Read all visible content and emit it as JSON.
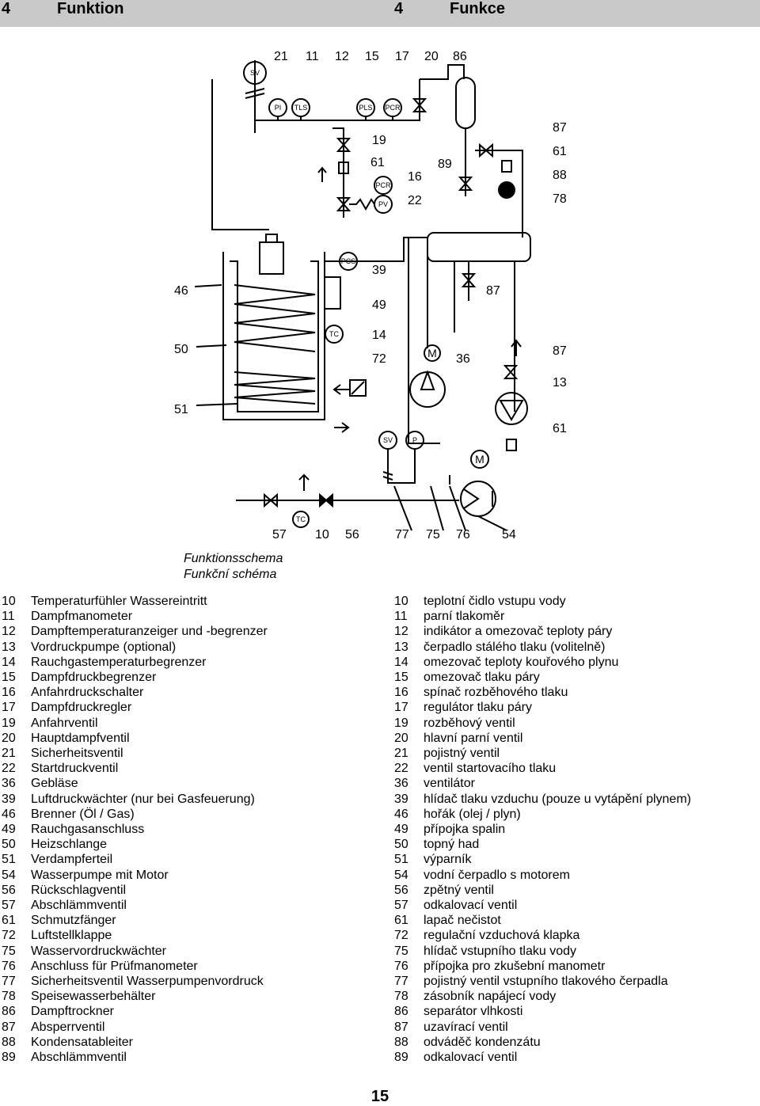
{
  "header": {
    "left_number": "4",
    "left_title": "Funktion",
    "right_number": "4",
    "right_title": "Funkce"
  },
  "diagram_labels": {
    "l21": "21",
    "l11": "11",
    "l12": "12",
    "l15": "15",
    "l17": "17",
    "l20": "20",
    "l86": "86",
    "l19": "19",
    "l61a": "61",
    "l16": "16",
    "l22": "22",
    "l89": "89",
    "l87a": "87",
    "l61b": "61",
    "l88": "88",
    "l78": "78",
    "l46": "46",
    "l39": "39",
    "l49": "49",
    "l87b": "87",
    "l50": "50",
    "l14": "14",
    "l72": "72",
    "l36": "36",
    "l87c": "87",
    "l13": "13",
    "l51": "51",
    "l61c": "61",
    "l57": "57",
    "l10": "10",
    "l56": "56",
    "l77": "77",
    "l75": "75",
    "l76": "76",
    "l54": "54"
  },
  "diagram_tags": {
    "sv_top": "SV",
    "pi": "PI",
    "tls": "TLS",
    "pls": "PLS",
    "pcr_top": "PCR",
    "pcr_mid": "PCR",
    "pv": "PV",
    "pcs": "PCS",
    "tc_mid": "TC",
    "sv_low": "SV",
    "p": "P",
    "m_fan": "M",
    "m_pump": "M",
    "tc_bottom": "TC"
  },
  "caption": {
    "line1": "Funktionsschema",
    "line2": "Funkční schéma"
  },
  "legend_de": [
    {
      "num": "10",
      "text": "Temperaturfühler Wassereintritt"
    },
    {
      "num": "11",
      "text": "Dampfmanometer"
    },
    {
      "num": "12",
      "text": "Dampftemperaturanzeiger und -begrenzer"
    },
    {
      "num": "13",
      "text": "Vordruckpumpe (optional)"
    },
    {
      "num": "14",
      "text": "Rauchgastemperaturbegrenzer"
    },
    {
      "num": "15",
      "text": "Dampfdruckbegrenzer"
    },
    {
      "num": "16",
      "text": "Anfahrdruckschalter"
    },
    {
      "num": "17",
      "text": "Dampfdruckregler"
    },
    {
      "num": "19",
      "text": "Anfahrventil"
    },
    {
      "num": "20",
      "text": "Hauptdampfventil"
    },
    {
      "num": "21",
      "text": "Sicherheitsventil"
    },
    {
      "num": "22",
      "text": "Startdruckventil"
    },
    {
      "num": "36",
      "text": "Gebläse"
    },
    {
      "num": "39",
      "text": "Luftdruckwächter (nur bei Gasfeuerung)"
    },
    {
      "num": "46",
      "text": "Brenner (Öl / Gas)"
    },
    {
      "num": "49",
      "text": "Rauchgasanschluss"
    },
    {
      "num": "50",
      "text": "Heizschlange"
    },
    {
      "num": "51",
      "text": "Verdampferteil"
    },
    {
      "num": "54",
      "text": "Wasserpumpe mit Motor"
    },
    {
      "num": "56",
      "text": "Rückschlagventil"
    },
    {
      "num": "57",
      "text": "Abschlämmventil"
    },
    {
      "num": "61",
      "text": "Schmutzfänger"
    },
    {
      "num": "72",
      "text": "Luftstellklappe"
    },
    {
      "num": "75",
      "text": "Wasservordruckwächter"
    },
    {
      "num": "76",
      "text": "Anschluss für Prüfmanometer"
    },
    {
      "num": "77",
      "text": "Sicherheitsventil Wasserpumpenvordruck"
    },
    {
      "num": "78",
      "text": "Speisewasserbehälter"
    },
    {
      "num": "86",
      "text": "Dampftrockner"
    },
    {
      "num": "87",
      "text": "Absperrventil"
    },
    {
      "num": "88",
      "text": "Kondensatableiter"
    },
    {
      "num": "89",
      "text": "Abschlämmventil"
    }
  ],
  "legend_cz": [
    {
      "num": "10",
      "text": "teplotní čidlo vstupu vody"
    },
    {
      "num": "11",
      "text": "parní tlakoměr"
    },
    {
      "num": "12",
      "text": "indikátor a omezovač teploty páry"
    },
    {
      "num": "13",
      "text": "čerpadlo stálého tlaku (volitelně)"
    },
    {
      "num": "14",
      "text": "omezovač teploty kouřového plynu"
    },
    {
      "num": "15",
      "text": "omezovač tlaku páry"
    },
    {
      "num": "16",
      "text": "spínač rozběhového tlaku"
    },
    {
      "num": "17",
      "text": "regulátor tlaku páry"
    },
    {
      "num": "19",
      "text": "rozběhový ventil"
    },
    {
      "num": "20",
      "text": "hlavní parní ventil"
    },
    {
      "num": "21",
      "text": "pojistný ventil"
    },
    {
      "num": "22",
      "text": "ventil startovacího tlaku"
    },
    {
      "num": "36",
      "text": "ventilátor"
    },
    {
      "num": "39",
      "text": "hlídač tlaku vzduchu (pouze u vytápění plynem)"
    },
    {
      "num": "46",
      "text": "hořák (olej / plyn)"
    },
    {
      "num": "49",
      "text": "přípojka spalin"
    },
    {
      "num": "50",
      "text": "topný had"
    },
    {
      "num": "51",
      "text": "výparník"
    },
    {
      "num": "54",
      "text": "vodní čerpadlo s motorem"
    },
    {
      "num": "56",
      "text": "zpětný ventil"
    },
    {
      "num": "57",
      "text": "odkalovací ventil"
    },
    {
      "num": "61",
      "text": "lapač nečistot"
    },
    {
      "num": "72",
      "text": "regulační vzduchová klapka"
    },
    {
      "num": "75",
      "text": "hlídač vstupního tlaku vody"
    },
    {
      "num": "76",
      "text": "přípojka pro zkušební manometr"
    },
    {
      "num": "77",
      "text": "pojistný ventil vstupního tlakového čerpadla"
    },
    {
      "num": "78",
      "text": "zásobník napájecí vody"
    },
    {
      "num": "86",
      "text": "separátor vlhkosti"
    },
    {
      "num": "87",
      "text": "uzavírací ventil"
    },
    {
      "num": "88",
      "text": "odváděč kondenzátu"
    },
    {
      "num": "89",
      "text": "odkalovací ventil"
    }
  ],
  "page_number": "15"
}
